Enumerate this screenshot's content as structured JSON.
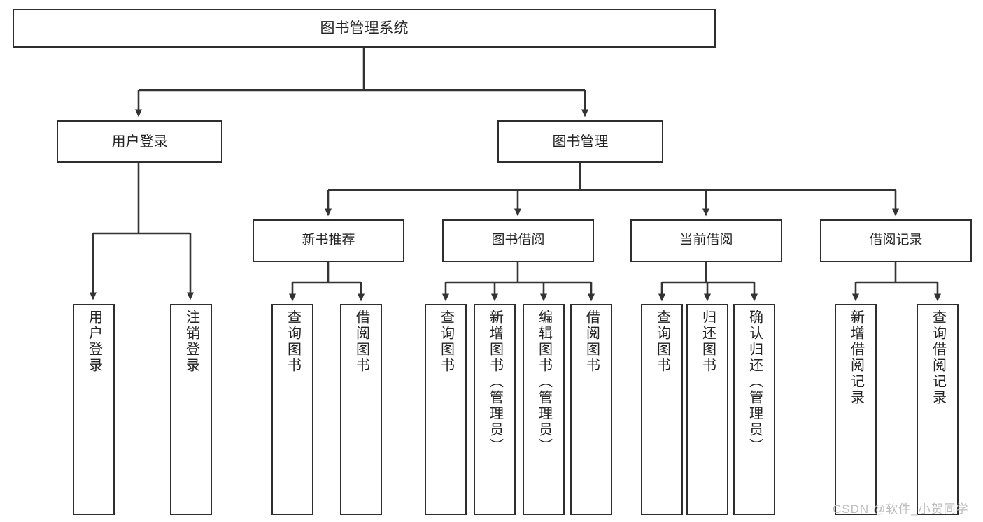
{
  "diagram": {
    "title": "图书管理系统",
    "type": "tree-hierarchy",
    "watermark": "CSDN @软件_小贺同学",
    "colors": {
      "background": "#ffffff",
      "box_border": "#2e2e2e",
      "box_fill": "#ffffff",
      "connector": "#333333",
      "text": "#222222",
      "watermark": "#bdbdbd"
    },
    "nodes": {
      "root": {
        "label": "图书管理系统"
      },
      "level2": [
        {
          "label": "用户登录"
        },
        {
          "label": "图书管理"
        }
      ],
      "level3": [
        {
          "label": "新书推荐"
        },
        {
          "label": "图书借阅"
        },
        {
          "label": "当前借阅"
        },
        {
          "label": "借阅记录"
        }
      ],
      "leaves": {
        "user_login": [
          {
            "label": "用户登录"
          },
          {
            "label": "注销登录"
          }
        ],
        "new_book_recommend": [
          {
            "label": "查询图书"
          },
          {
            "label": "借阅图书"
          }
        ],
        "book_borrow": [
          {
            "label": "查询图书"
          },
          {
            "label": "新增图书（管理员）"
          },
          {
            "label": "编辑图书（管理员）"
          },
          {
            "label": "借阅图书"
          }
        ],
        "current_borrow": [
          {
            "label": "查询图书"
          },
          {
            "label": "归还图书"
          },
          {
            "label": "确认归还（管理员）"
          }
        ],
        "borrow_record": [
          {
            "label": "新增借阅记录"
          },
          {
            "label": "查询借阅记录"
          }
        ]
      }
    }
  }
}
